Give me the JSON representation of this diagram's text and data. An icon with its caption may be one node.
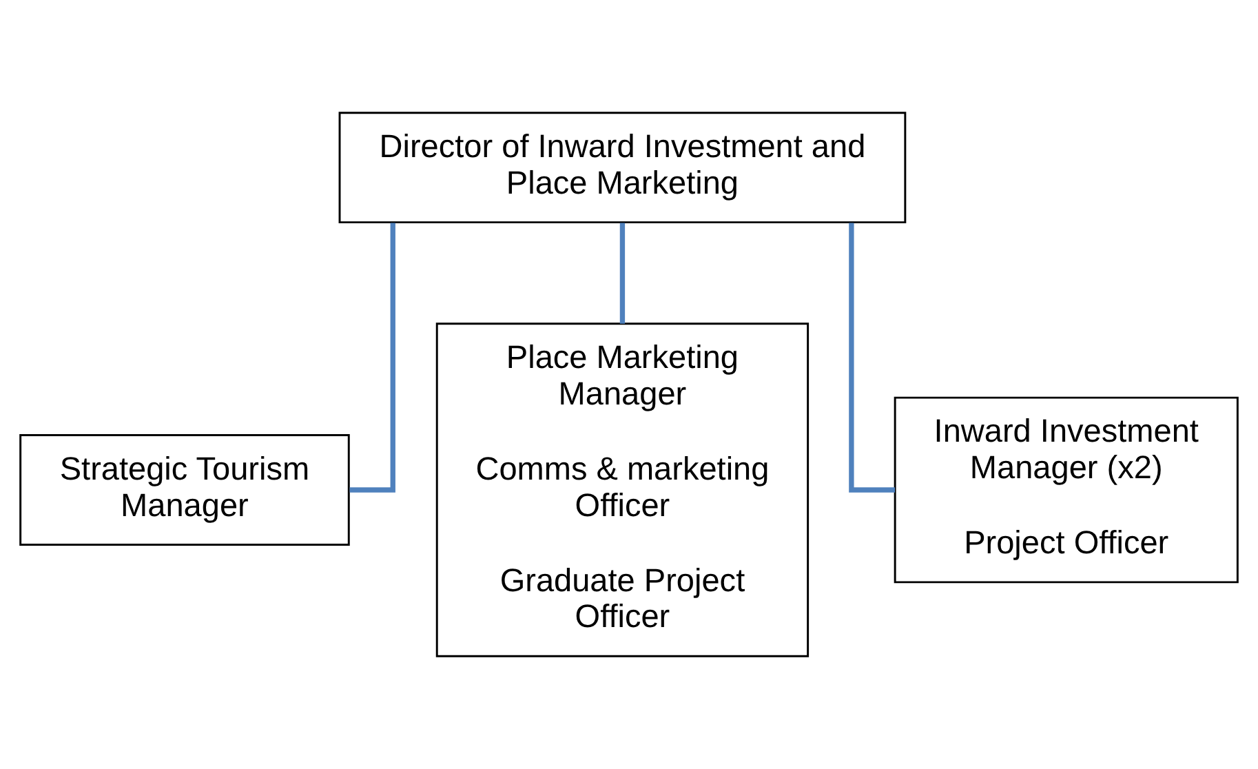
{
  "diagram": {
    "nodes": [
      {
        "text": [
          "Director of Inward Investment and Place Marketing"
        ]
      },
      {
        "text": [
          "Strategic Tourism Manager"
        ]
      },
      {
        "text": [
          "Place Marketing Manager",
          "Comms & marketing Officer",
          "Graduate Project Officer"
        ]
      },
      {
        "text": [
          "Inward Investment Manager (x2)",
          "Project Officer"
        ]
      }
    ],
    "edges": [
      {
        "from": 0,
        "to": 1,
        "arrow": "none"
      },
      {
        "from": 0,
        "to": 2,
        "arrow": "none"
      },
      {
        "from": 0,
        "to": 3,
        "arrow": "none"
      }
    ]
  }
}
